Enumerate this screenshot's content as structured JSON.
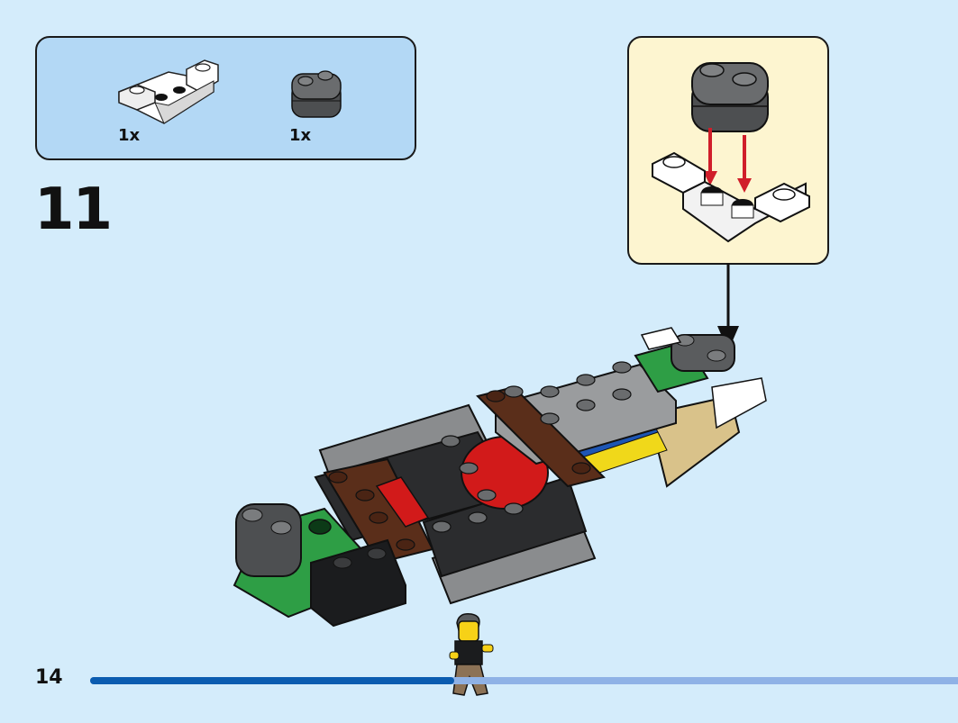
{
  "parts_list": {
    "items": [
      {
        "name": "white-inverted-bracket-plate",
        "qty": "1x",
        "color": "#ffffff"
      },
      {
        "name": "dark-gray-double-round-plate",
        "qty": "1x",
        "color": "#5a5c5e"
      }
    ]
  },
  "step": {
    "number": "11"
  },
  "callout": {
    "arrow_color": "#d01e2a"
  },
  "progress": {
    "fraction": 0.42
  },
  "page": {
    "number": "14"
  },
  "colors": {
    "background": "#d4ecfb",
    "panel": "#b3d8f5",
    "callout": "#fdf5d0",
    "progress_done": "#0b5cb0",
    "progress_todo": "#8fb2e6"
  }
}
